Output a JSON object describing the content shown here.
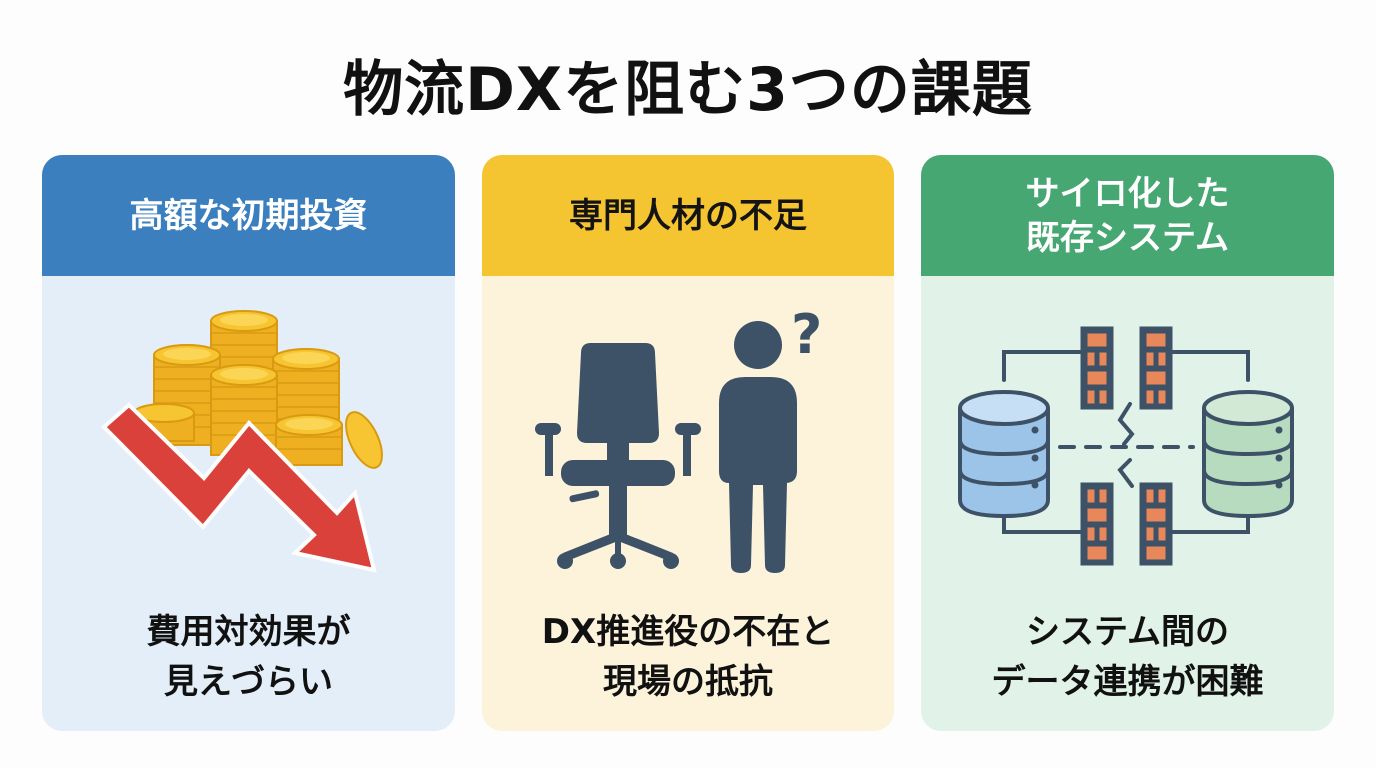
{
  "title": "物流DXを阻む3つの課題",
  "colors": {
    "card1_header": "#3b7fbf",
    "card1_body": "#e4eef8",
    "card2_header": "#f5c431",
    "card2_body": "#fcf3da",
    "card3_header": "#47a772",
    "card3_body": "#e1f2e8",
    "icon_dark": "#3d5266",
    "arrow_red": "#d9413a",
    "coin_gold": "#f4bd2a",
    "brick_orange": "#e8875a",
    "db_blue": "#9cc3e8",
    "db_green": "#b6dbbf"
  },
  "cards": [
    {
      "header_lines": [
        "高額な初期投資"
      ],
      "illustration": "coin-stacks-with-falling-arrow-icon",
      "footer_lines": [
        "費用対効果が",
        "見えづらい"
      ]
    },
    {
      "header_lines": [
        "専門人材の不足"
      ],
      "illustration": "empty-chair-and-confused-person-icon",
      "footer_lines": [
        "DX推進役の不在と",
        "現場の抵抗"
      ]
    },
    {
      "header_lines": [
        "サイロ化した",
        "既存システム"
      ],
      "illustration": "disconnected-databases-with-firewalls-icon",
      "footer_lines": [
        "システム間の",
        "データ連携が困難"
      ]
    }
  ]
}
